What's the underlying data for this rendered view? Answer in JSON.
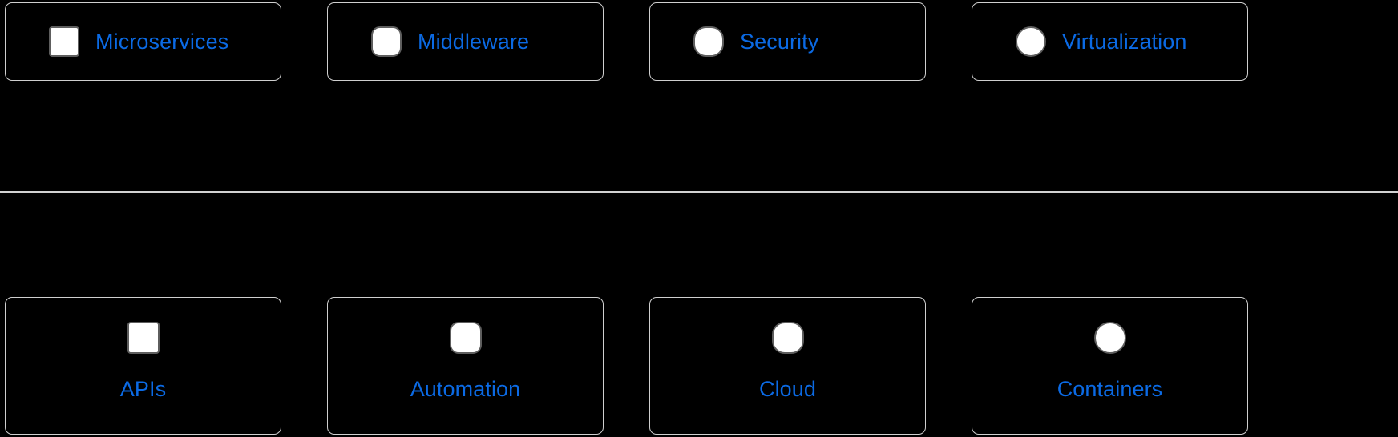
{
  "theme": {
    "background": "#000000",
    "card_border": "#cfcfcf",
    "divider": "#d2d2d2",
    "label_color": "#0b6ae4",
    "shape_fill": "#ffffff",
    "shape_stroke": "#5e5e5e"
  },
  "top_row": {
    "layout": "icon-left-label-right",
    "cards": [
      {
        "label": "Microservices",
        "icon": "square-icon",
        "shape": "sq"
      },
      {
        "label": "Middleware",
        "icon": "rounded-square-icon",
        "shape": "rsq"
      },
      {
        "label": "Security",
        "icon": "squircle-icon",
        "shape": "squircle"
      },
      {
        "label": "Virtualization",
        "icon": "circle-icon",
        "shape": "circle"
      }
    ]
  },
  "bottom_row": {
    "layout": "icon-above-label-below",
    "cards": [
      {
        "label": "APIs",
        "icon": "square-icon",
        "shape": "sq"
      },
      {
        "label": "Automation",
        "icon": "rounded-square-icon",
        "shape": "rsq"
      },
      {
        "label": "Cloud",
        "icon": "squircle-icon",
        "shape": "squircle"
      },
      {
        "label": "Containers",
        "icon": "circle-icon",
        "shape": "circle"
      }
    ]
  }
}
